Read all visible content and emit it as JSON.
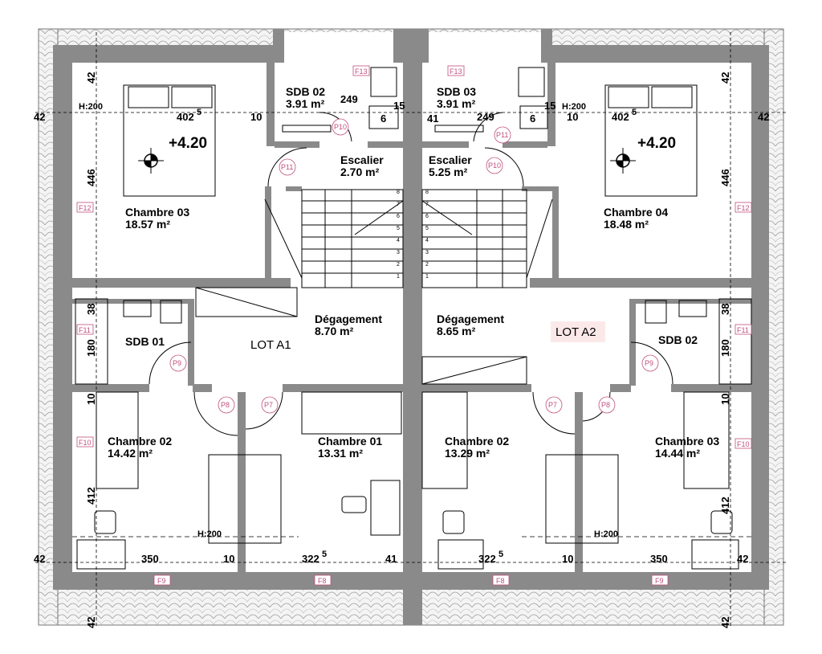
{
  "rooms": {
    "sdb02_top": {
      "name": "SDB 02",
      "area": "3.91 m²"
    },
    "sdb03_top": {
      "name": "SDB 03",
      "area": "3.91 m²"
    },
    "escalier_l": {
      "name": "Escalier",
      "area": "2.70 m²"
    },
    "escalier_r": {
      "name": "Escalier",
      "area": "5.25 m²"
    },
    "chambre03_l": {
      "name": "Chambre 03",
      "area": "18.57 m²"
    },
    "chambre04_r": {
      "name": "Chambre 04",
      "area": "18.48 m²"
    },
    "degagement_l": {
      "name": "Dégagement",
      "area": "8.70 m²"
    },
    "degagement_r": {
      "name": "Dégagement",
      "area": "8.65 m²"
    },
    "sdb01_l": {
      "name": "SDB 01"
    },
    "sdb02_r": {
      "name": "SDB 02"
    },
    "chambre02_l": {
      "name": "Chambre 02",
      "area": "14.42 m²"
    },
    "chambre01_l": {
      "name": "Chambre 01",
      "area": "13.31 m²"
    },
    "chambre02_r": {
      "name": "Chambre 02",
      "area": "13.29 m²"
    },
    "chambre03_r": {
      "name": "Chambre 03",
      "area": "14.44 m²"
    }
  },
  "lots": {
    "a1": "LOT A1",
    "a2": "LOT A2"
  },
  "levels": {
    "l": "+4.20",
    "r": "+4.20"
  },
  "heights": {
    "h1": "H:200",
    "h2": "H:200",
    "h3": "H:200",
    "h4": "H:200"
  },
  "dims": {
    "d42_tl": "42",
    "d42_tr": "42",
    "d42_bl": "42",
    "d42_br": "42",
    "d42_ml": "42",
    "d42_mr": "42",
    "d42_bml": "42",
    "d42_bmr": "42",
    "d402_l": "402",
    "d402_r": "402",
    "sup5": "5",
    "d10_tl": "10",
    "d10_tr": "10",
    "d249_l": "249",
    "d249_r": "249",
    "d15_l": "15",
    "d15_r": "15",
    "d6_l": "6",
    "d6_r": "6",
    "d41_t": "41",
    "d41_b": "41",
    "d446_l": "446",
    "d446_r": "446",
    "d38_l": "38",
    "d38_r": "38",
    "d180_l": "180",
    "d180_r": "180",
    "d10_ml": "10",
    "d10_mr": "10",
    "d412_l": "412",
    "d412_r": "412",
    "d350_l": "350",
    "d350_r": "350",
    "d10_bl": "10",
    "d10_br": "10",
    "d322_l": "322",
    "d322_r": "322"
  },
  "windows": {
    "f13a": "F13",
    "f13b": "F13",
    "f12a": "F12",
    "f12b": "F12",
    "f11a": "F11",
    "f11b": "F11",
    "f10a": "F10",
    "f10b": "F10",
    "f9a": "F9",
    "f9b": "F9",
    "f8a": "F8",
    "f8b": "F8"
  },
  "doors": {
    "p10a": "P10",
    "p10b": "P10",
    "p11a": "P11",
    "p11b": "P11",
    "p9a": "P9",
    "p9b": "P9",
    "p8a": "P8",
    "p8b": "P8",
    "p7a": "P7",
    "p7b": "P7"
  },
  "stairs": {
    "steps": [
      "8",
      "7",
      "6",
      "5",
      "4",
      "3",
      "2",
      "1"
    ]
  },
  "colors": {
    "wall": "#8a8a8a",
    "wall_dark": "#6e6e6e",
    "tag": "#c0507e",
    "roof": "#d9d9d9"
  }
}
